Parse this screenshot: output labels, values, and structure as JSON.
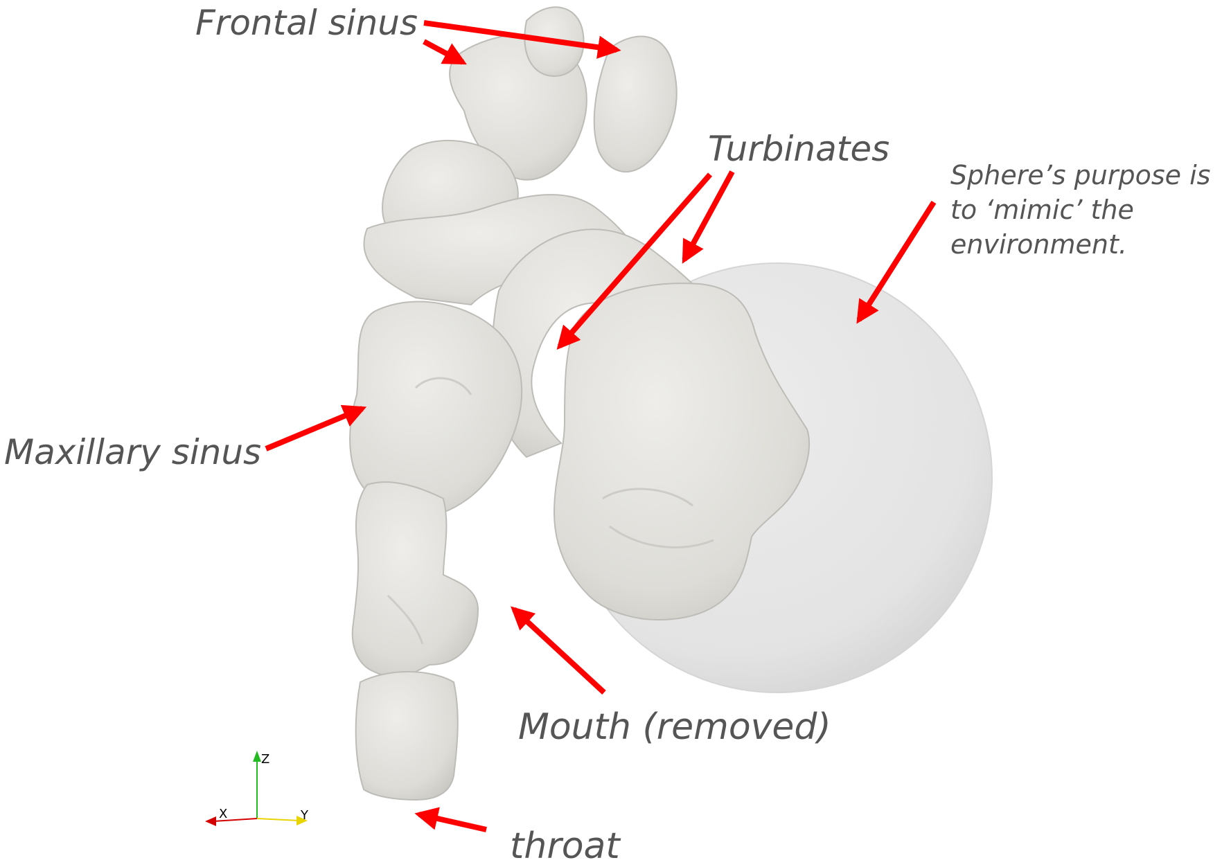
{
  "labels": {
    "frontal_sinus": "Frontal sinus",
    "turbinates": "Turbinates",
    "sphere_line1": "Sphere’s purpose is",
    "sphere_line2": "to ‘mimic’ the",
    "sphere_line3": "environment.",
    "maxillary_sinus": "Maxillary sinus",
    "mouth": "Mouth (removed)",
    "throat": "throat"
  },
  "axes_triad": {
    "x": "X",
    "y": "Y",
    "z": "Z"
  },
  "colors": {
    "arrow": "#ff0000",
    "label_text": "#555555",
    "model_surface": "#e3e2de",
    "model_shadow": "#c9c8c3",
    "sphere": "#e5e5e5",
    "axis_x": "#d40000",
    "axis_y": "#e8d400",
    "axis_z": "#22bb22"
  }
}
